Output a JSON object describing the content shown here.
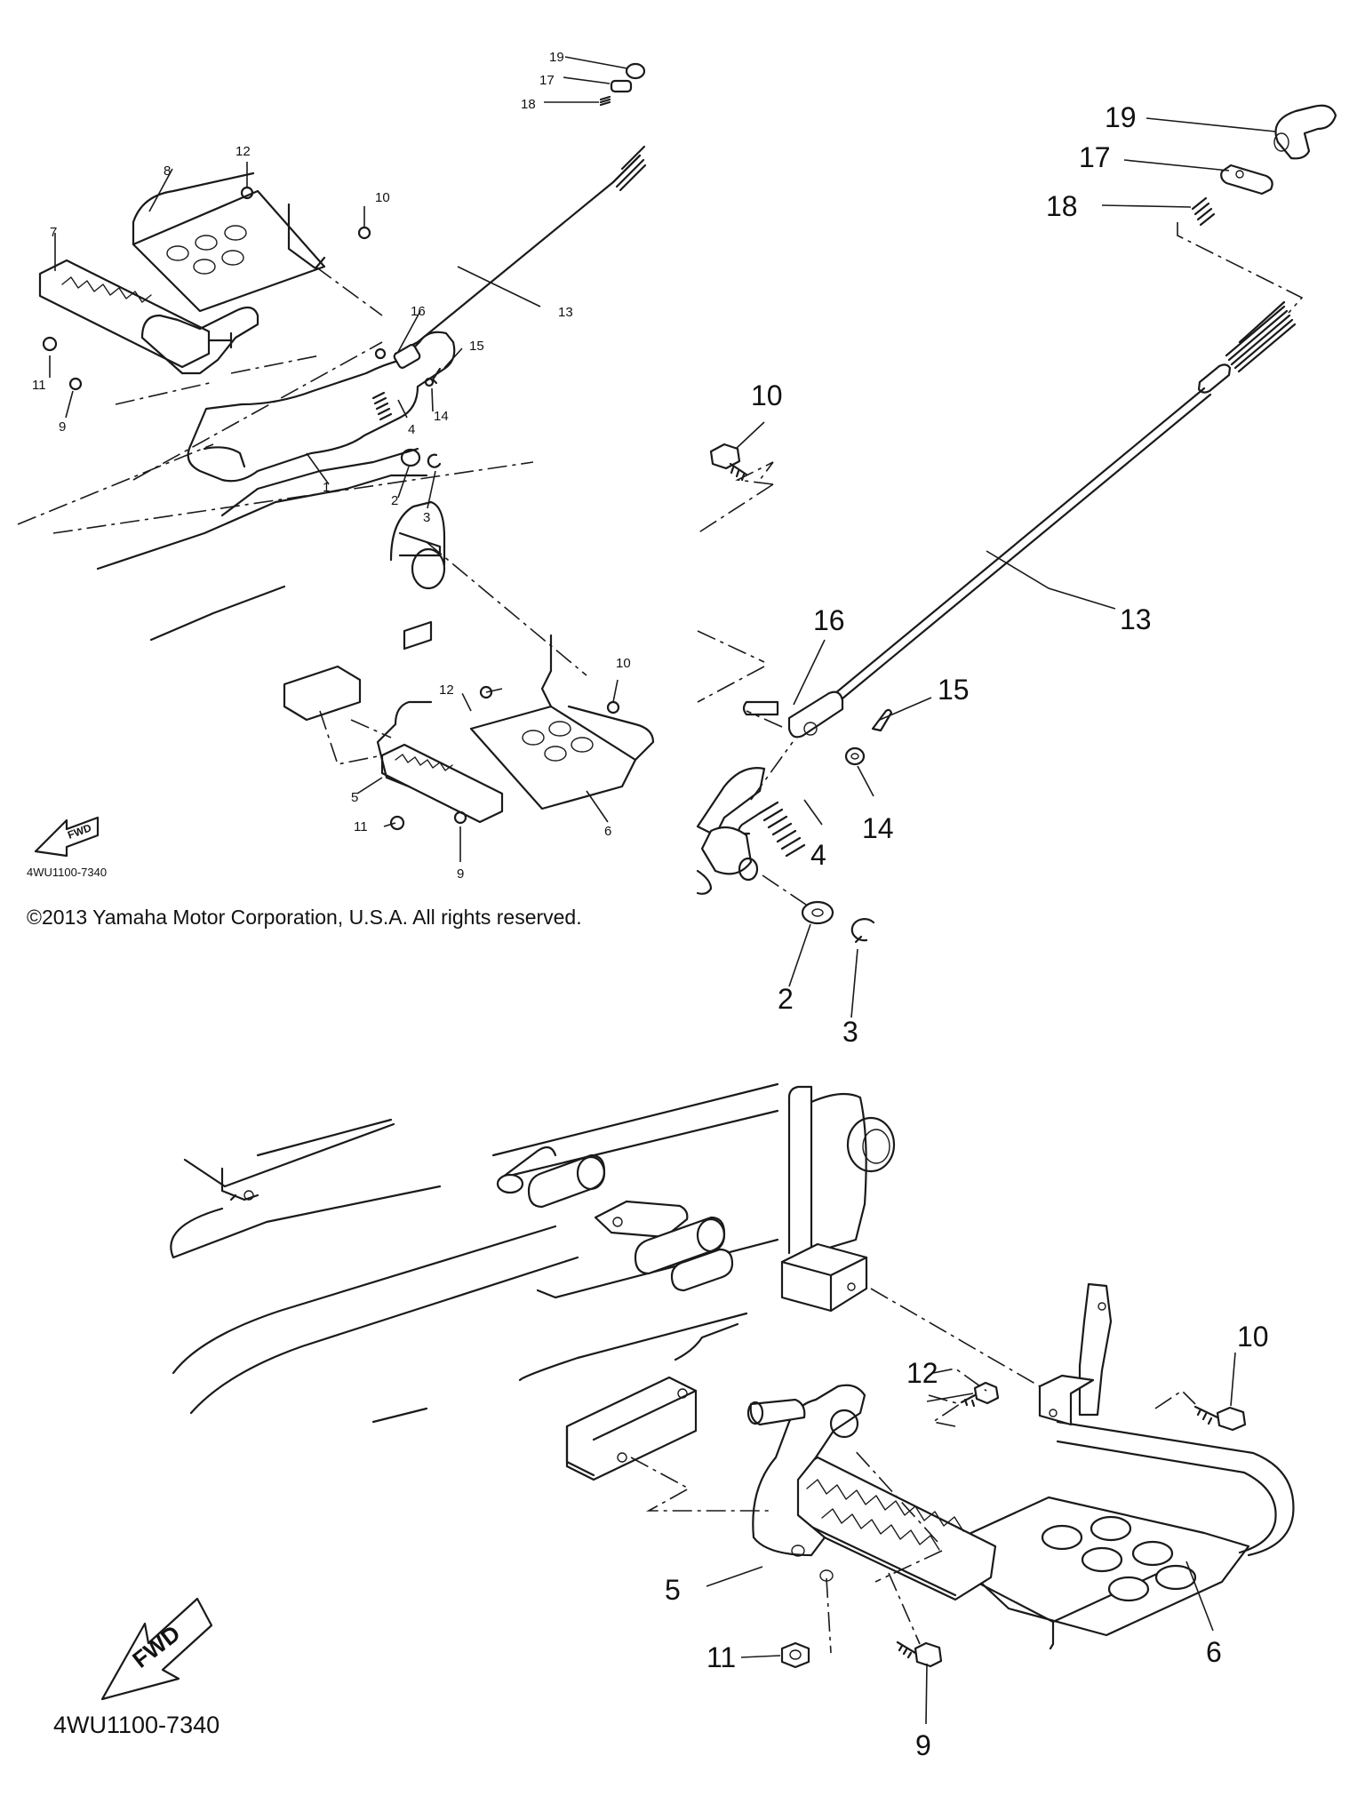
{
  "diagram": {
    "part_code": "4WU1100-7340",
    "copyright": "©2013 Yamaha Motor Corporation, U.S.A. All rights reserved.",
    "fwd_label": "FWD",
    "callouts": {
      "c1": "1",
      "c2": "2",
      "c3": "3",
      "c4": "4",
      "c5": "5",
      "c6": "6",
      "c7": "7",
      "c8": "8",
      "c9": "9",
      "c10": "10",
      "c11": "11",
      "c12": "12",
      "c13": "13",
      "c14": "14",
      "c15": "15",
      "c16": "16",
      "c17": "17",
      "c18": "18",
      "c19": "19"
    }
  }
}
